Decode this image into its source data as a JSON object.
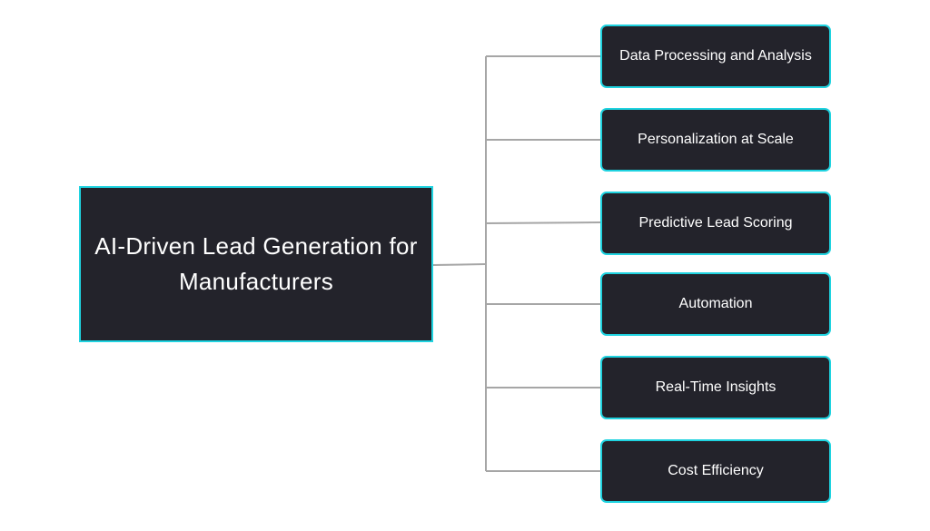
{
  "root": {
    "title": "AI-Driven Lead Generation for Manufacturers"
  },
  "branches": [
    {
      "label": "Data Processing and Analysis"
    },
    {
      "label": "Personalization at Scale"
    },
    {
      "label": "Predictive Lead Scoring"
    },
    {
      "label": "Automation"
    },
    {
      "label": "Real-Time Insights"
    },
    {
      "label": "Cost Efficiency"
    }
  ],
  "colors": {
    "box_fill": "#23232b",
    "box_border": "#1fd3e0",
    "text": "#ffffff",
    "connector": "#a6a6a6",
    "background": "#ffffff"
  }
}
